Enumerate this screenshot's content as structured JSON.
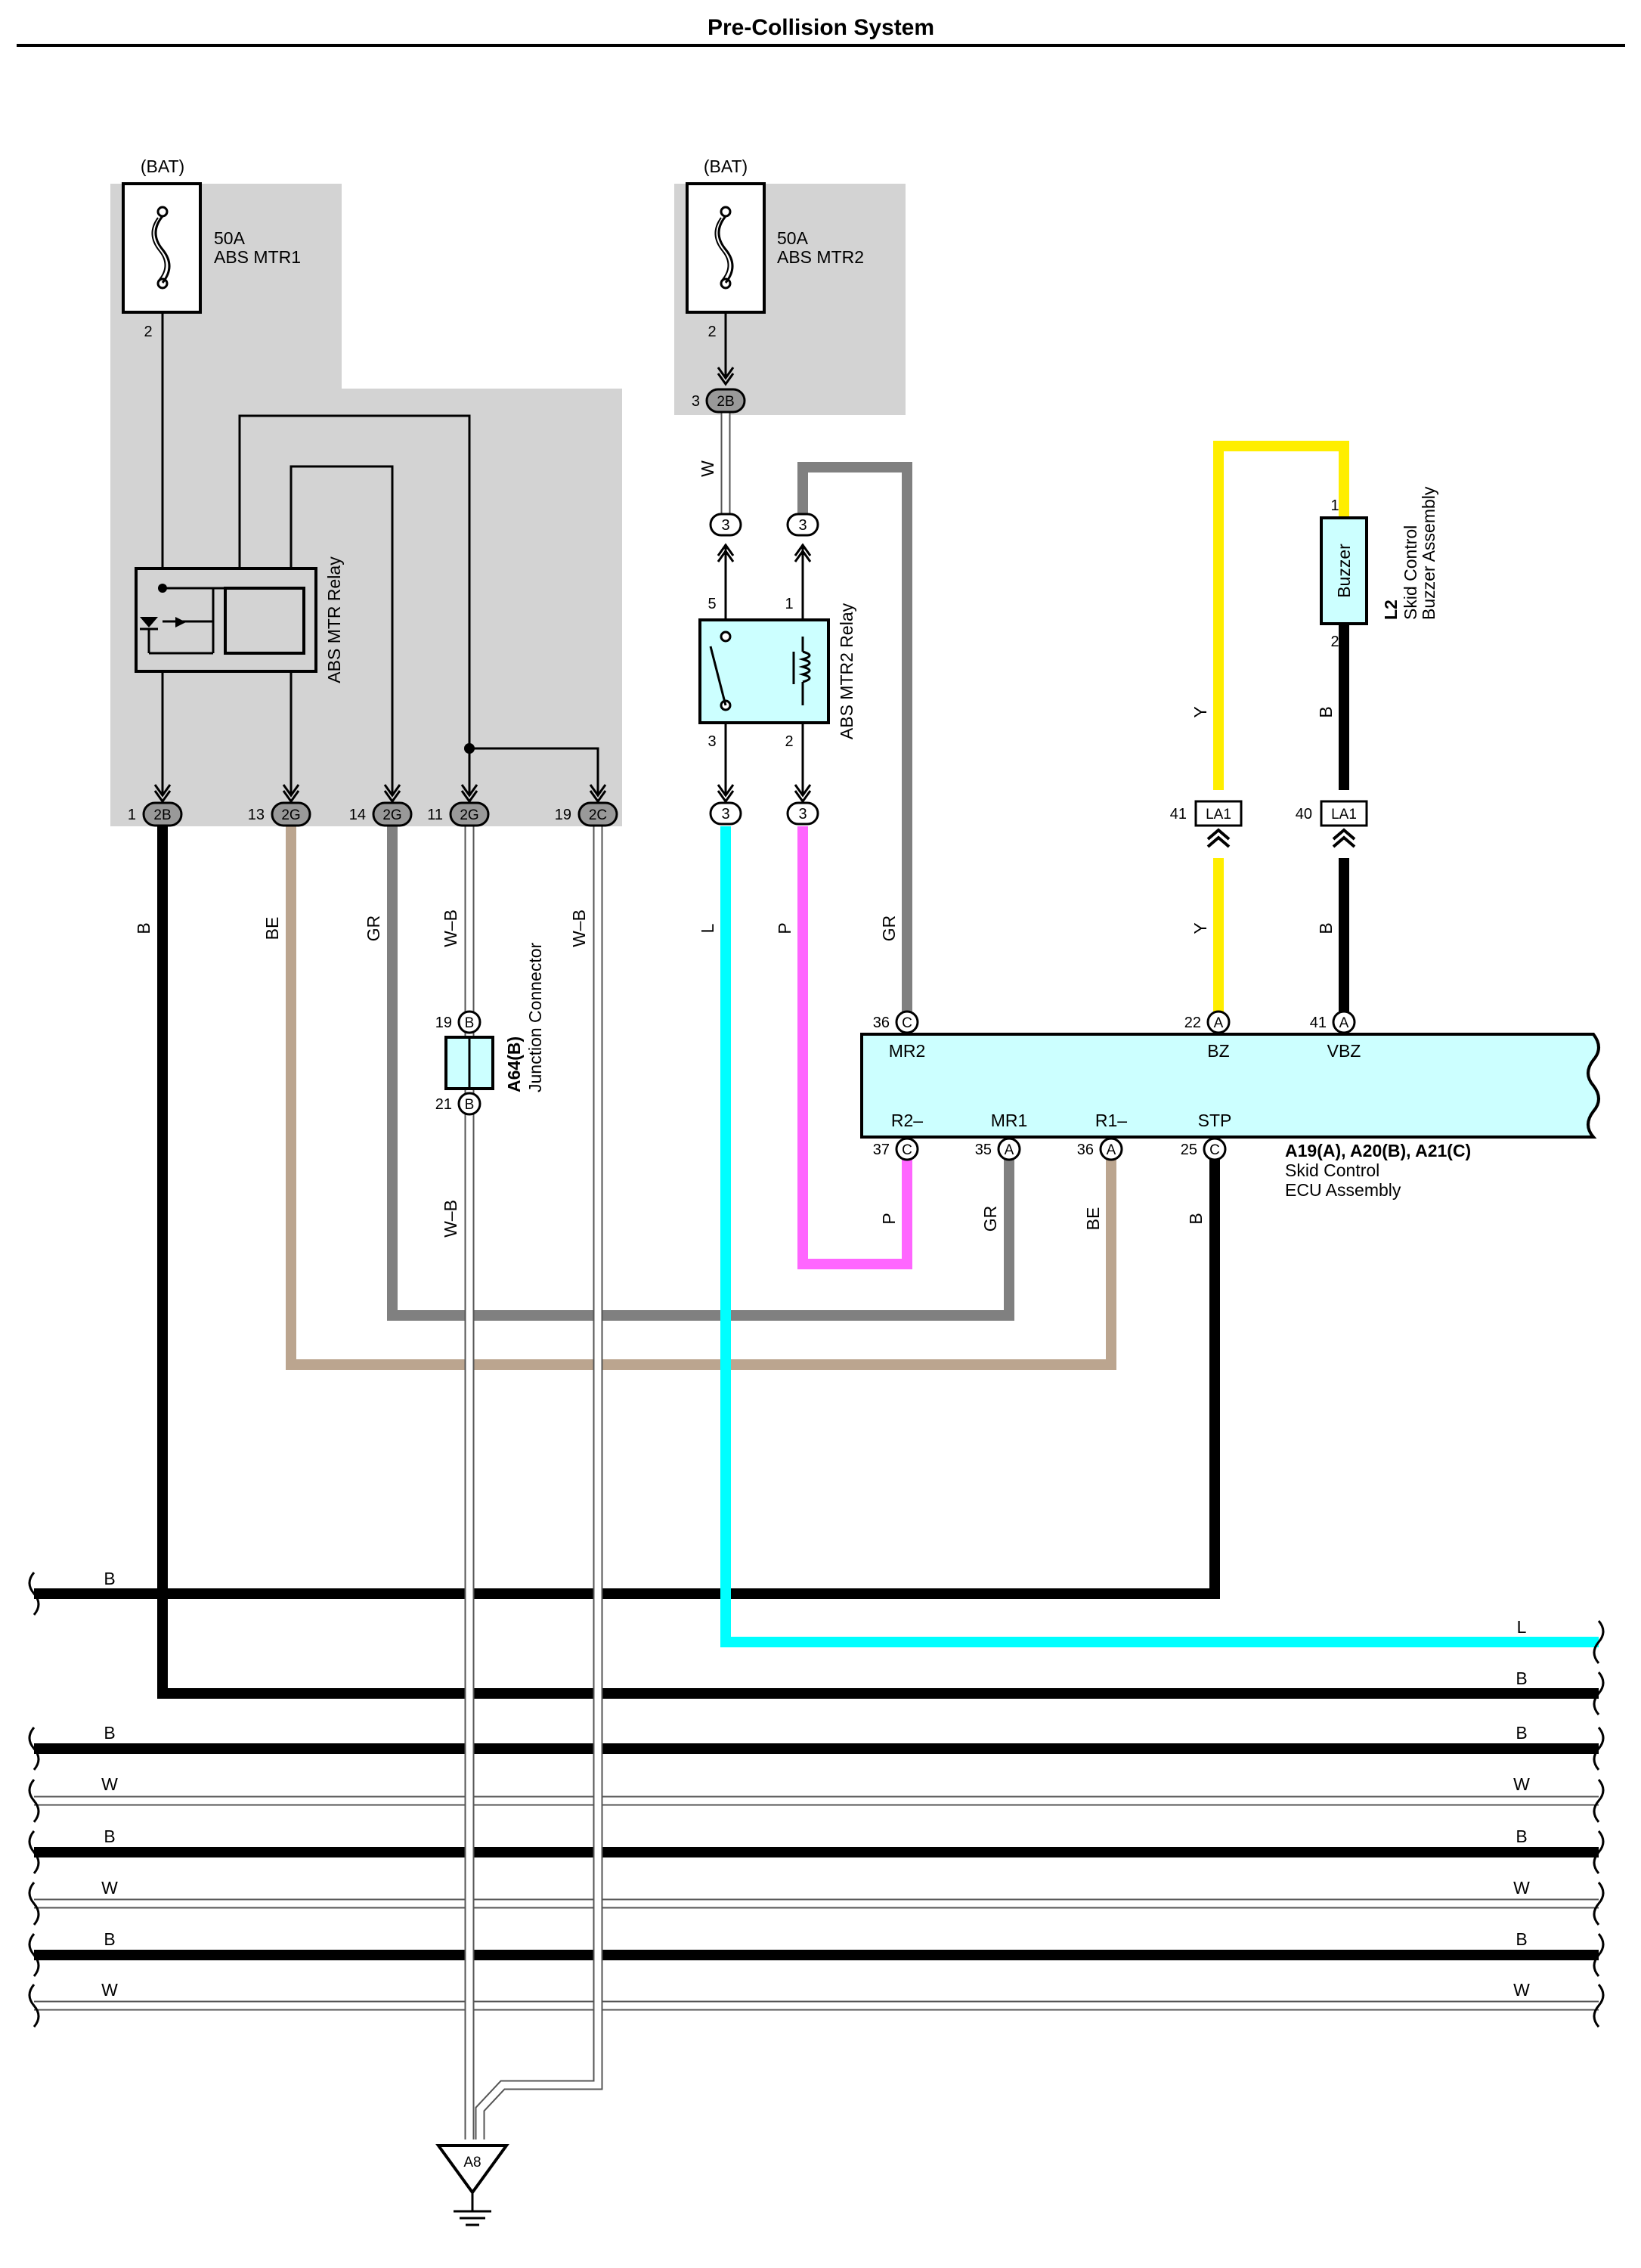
{
  "title": "Pre-Collision System",
  "colors": {
    "box_fill": "#d3d3d3",
    "component_fill": "#ccffff",
    "wire_B": "#000000",
    "wire_BE": "#bba58f",
    "wire_GR": "#808080",
    "wire_L": "#00ffff",
    "wire_P": "#ff66ff",
    "wire_Y": "#ffee00",
    "wire_W": "#ffffff"
  },
  "fuse1": {
    "source": "(BAT)",
    "amp": "50A",
    "name": "ABS MTR1",
    "pin": "2"
  },
  "fuse2": {
    "source": "(BAT)",
    "amp": "50A",
    "name": "ABS MTR2",
    "pin": "2"
  },
  "relay1": {
    "name": "ABS MTR Relay"
  },
  "relay2": {
    "name": "ABS MTR2 Relay",
    "pins": {
      "p5": "5",
      "p1": "1",
      "p3": "3",
      "p2": "2"
    }
  },
  "box1_connectors": [
    {
      "pin": "1",
      "id": "2B"
    },
    {
      "pin": "13",
      "id": "2G"
    },
    {
      "pin": "14",
      "id": "2G"
    },
    {
      "pin": "11",
      "id": "2G"
    },
    {
      "pin": "19",
      "id": "2C"
    }
  ],
  "box2_connector": {
    "pin": "3",
    "id": "2B"
  },
  "relay2_connector_id": "3",
  "wire_labels": {
    "w_fuse2": "W",
    "b_main": "B",
    "be": "BE",
    "gr_left": "GR",
    "wb_top": "W–B",
    "wb_right": "W–B",
    "l": "L",
    "p_top": "P",
    "gr_right": "GR",
    "y_top": "Y",
    "y_bottom": "Y",
    "b_buzzer_top": "B",
    "b_buzzer_bottom": "B",
    "wb_bottom": "W–B",
    "p_bottom": "P",
    "gr_bottom": "GR",
    "be_bottom": "BE",
    "b_stp": "B"
  },
  "junction": {
    "id": "A64(B)",
    "name": "Junction Connector",
    "pin_top": "19",
    "pin_bottom": "21",
    "conn": "B"
  },
  "buzzer": {
    "label": "Buzzer",
    "id": "L2",
    "name1": "Skid Control",
    "name2": "Buzzer Assembly",
    "pin1": "1",
    "pin2": "2"
  },
  "la1": [
    {
      "pin": "41",
      "id": "LA1"
    },
    {
      "pin": "40",
      "id": "LA1"
    }
  ],
  "ecu": {
    "ids": "A19(A), A20(B), A21(C)",
    "name1": "Skid Control",
    "name2": "ECU Assembly",
    "top_pins": [
      {
        "pin": "36",
        "conn": "C",
        "label": "MR2"
      },
      {
        "pin": "22",
        "conn": "A",
        "label": "BZ"
      },
      {
        "pin": "41",
        "conn": "A",
        "label": "VBZ"
      }
    ],
    "bottom_pins": [
      {
        "pin": "37",
        "conn": "C",
        "label": "R2–"
      },
      {
        "pin": "35",
        "conn": "A",
        "label": "MR1"
      },
      {
        "pin": "36",
        "conn": "A",
        "label": "R1–"
      },
      {
        "pin": "25",
        "conn": "C",
        "label": "STP"
      }
    ]
  },
  "bus_lines": [
    {
      "left": "B",
      "right": ""
    },
    {
      "left": "",
      "right": "L"
    },
    {
      "left": "",
      "right": "B"
    },
    {
      "left": "B",
      "right": "B"
    },
    {
      "left": "W",
      "right": "W"
    },
    {
      "left": "B",
      "right": "B"
    },
    {
      "left": "W",
      "right": "W"
    },
    {
      "left": "B",
      "right": "B"
    },
    {
      "left": "W",
      "right": "W"
    }
  ],
  "ground": {
    "id": "A8"
  }
}
